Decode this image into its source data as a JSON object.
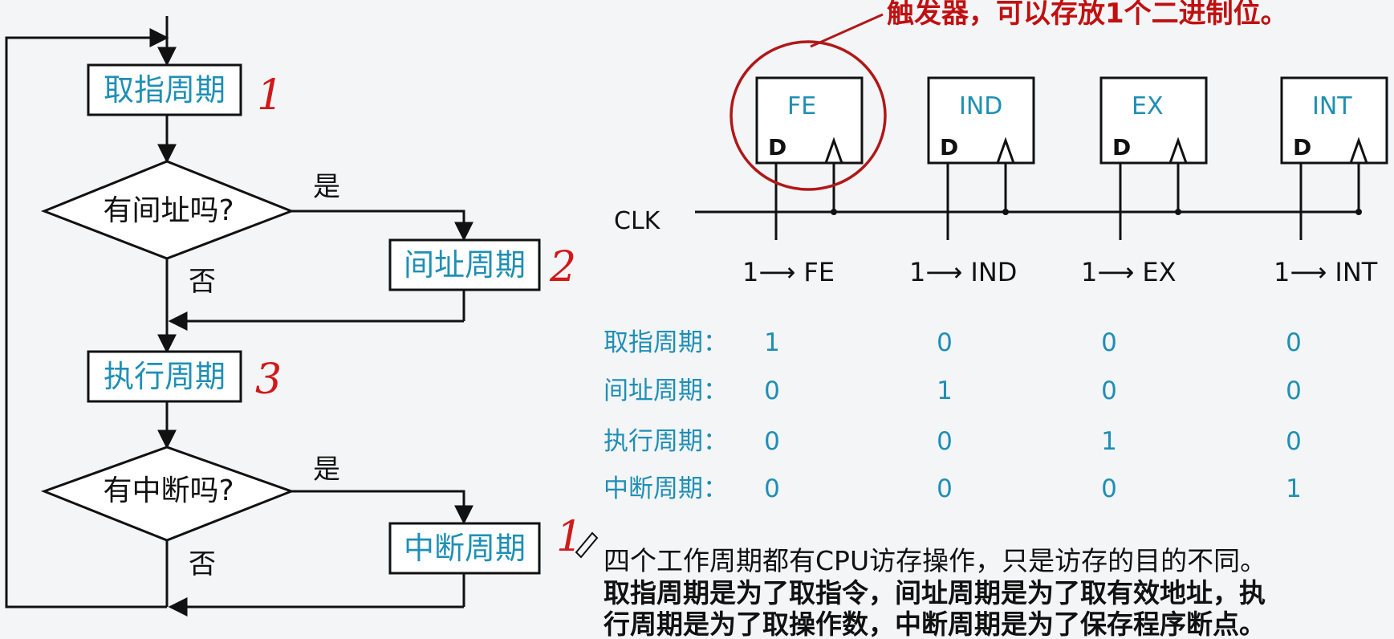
{
  "flowchart": {
    "box_fetch": "取指周期",
    "decision_indirect": "有间址吗?",
    "yes_1": "是",
    "no_1": "否",
    "box_indirect": "间址周期",
    "box_execute": "执行周期",
    "decision_interrupt": "有中断吗?",
    "yes_2": "是",
    "no_2": "否",
    "box_interrupt": "中断周期",
    "hand_1": "1",
    "hand_2": "2",
    "hand_3": "3",
    "hand_4": "1"
  },
  "flipflops": {
    "annotation": "触发器，可以存放1个二进制位。",
    "clk_label": "CLK",
    "d_label": "D",
    "names": [
      "FE",
      "IND",
      "EX",
      "INT"
    ],
    "set_arrow": "⟶",
    "set_labels": [
      "1",
      "1",
      "1",
      "1"
    ]
  },
  "state_table": {
    "rows": [
      {
        "label": "取指周期：",
        "values": [
          "1",
          "0",
          "0",
          "0"
        ]
      },
      {
        "label": "间址周期：",
        "values": [
          "0",
          "1",
          "0",
          "0"
        ]
      },
      {
        "label": "执行周期：",
        "values": [
          "0",
          "0",
          "1",
          "0"
        ]
      },
      {
        "label": "中断周期：",
        "values": [
          "0",
          "0",
          "0",
          "1"
        ]
      }
    ]
  },
  "notes": {
    "line1": "四个工作周期都有CPU访存操作，只是访存的目的不同。",
    "line2": "取指周期是为了取指令，间址周期是为了取有效地址，执",
    "line3": "行周期是为了取操作数，中断周期是为了保存程序断点。"
  },
  "colors": {
    "accent": "#1f8fb5",
    "annotation": "#c01010",
    "line": "#111111"
  }
}
